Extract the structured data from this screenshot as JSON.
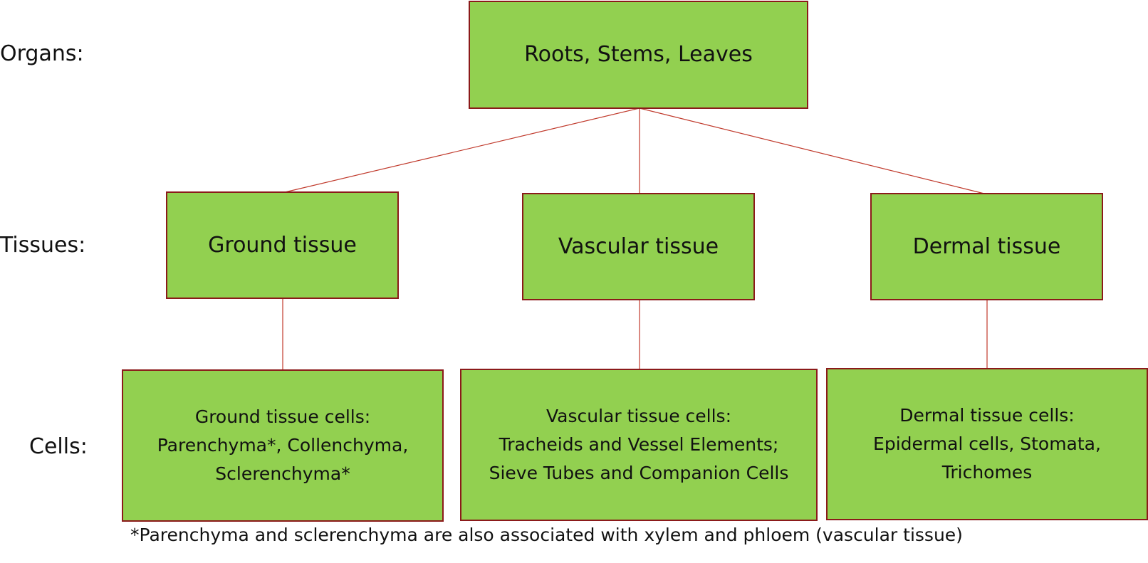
{
  "row_labels": {
    "organs": "Organs:",
    "tissues": "Tissues:",
    "cells": "Cells:"
  },
  "organs": {
    "title": "Roots, Stems, Leaves"
  },
  "tissues": [
    {
      "title": "Ground tissue"
    },
    {
      "title": "Vascular tissue"
    },
    {
      "title": "Dermal tissue"
    }
  ],
  "cells": [
    {
      "lines": [
        "Ground tissue cells:",
        "Parenchyma*, Collenchyma,",
        "Sclerenchyma*"
      ]
    },
    {
      "lines": [
        "Vascular tissue cells:",
        "Tracheids and Vessel Elements;",
        "Sieve Tubes and Companion Cells"
      ]
    },
    {
      "lines": [
        "Dermal tissue cells:",
        "Epidermal cells, Stomata,",
        "Trichomes"
      ]
    }
  ],
  "footnote": "*Parenchyma and sclerenchyma are also associated with xylem and phloem (vascular tissue)",
  "colors": {
    "box_fill": "#92d050",
    "box_border": "#8b1a1a",
    "connector": "#c0392b"
  }
}
